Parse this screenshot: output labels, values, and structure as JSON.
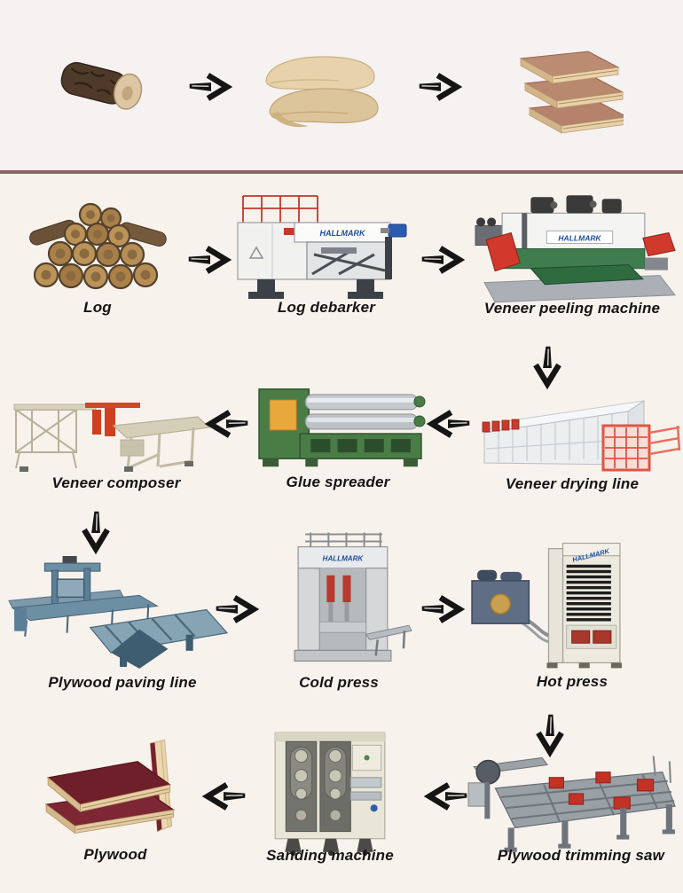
{
  "page": {
    "background": "#f8f2ec",
    "top_background": "#f5f2f1",
    "divider_color": "#8b6565",
    "arrow_color": "#151515",
    "label_color": "#141414",
    "brand_blue": "#1d4e9e",
    "machine_red": "#d0392c",
    "machine_green": "#4a7d46"
  },
  "brand": "HALLMARK",
  "overview": {
    "icons": [
      "log-product",
      "veneer-sheets-product",
      "plywood-stack-product"
    ],
    "flow": "log to veneer to plywood"
  },
  "rows": [
    {
      "direction": "right",
      "steps": [
        {
          "label": "Log"
        },
        {
          "label": "Log debarker"
        },
        {
          "label": "Veneer peeling machine"
        }
      ]
    },
    {
      "direction": "left",
      "steps": [
        {
          "label": "Veneer composer"
        },
        {
          "label": "Glue spreader"
        },
        {
          "label": "Veneer drying line"
        }
      ]
    },
    {
      "direction": "right",
      "steps": [
        {
          "label": "Plywood paving line"
        },
        {
          "label": "Cold press"
        },
        {
          "label": "Hot press"
        }
      ]
    },
    {
      "direction": "left",
      "steps": [
        {
          "label": "Plywood"
        },
        {
          "label": "Sanding machine"
        },
        {
          "label": "Plywood trimming saw"
        }
      ]
    }
  ]
}
